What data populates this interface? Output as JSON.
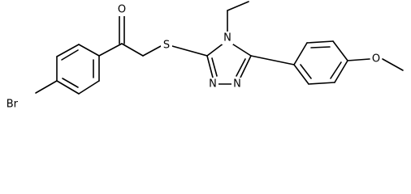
{
  "molecule": {
    "atom_labels": {
      "oxygen_carbonyl": "O",
      "bromine": "Br",
      "sulfur": "S",
      "nitrogen_4": "N",
      "nitrogen_2": "N",
      "nitrogen_1": "N",
      "oxygen_methoxy": "O"
    },
    "colors": {
      "bond": "#000000",
      "label": "#000000",
      "background": "#ffffff"
    }
  }
}
